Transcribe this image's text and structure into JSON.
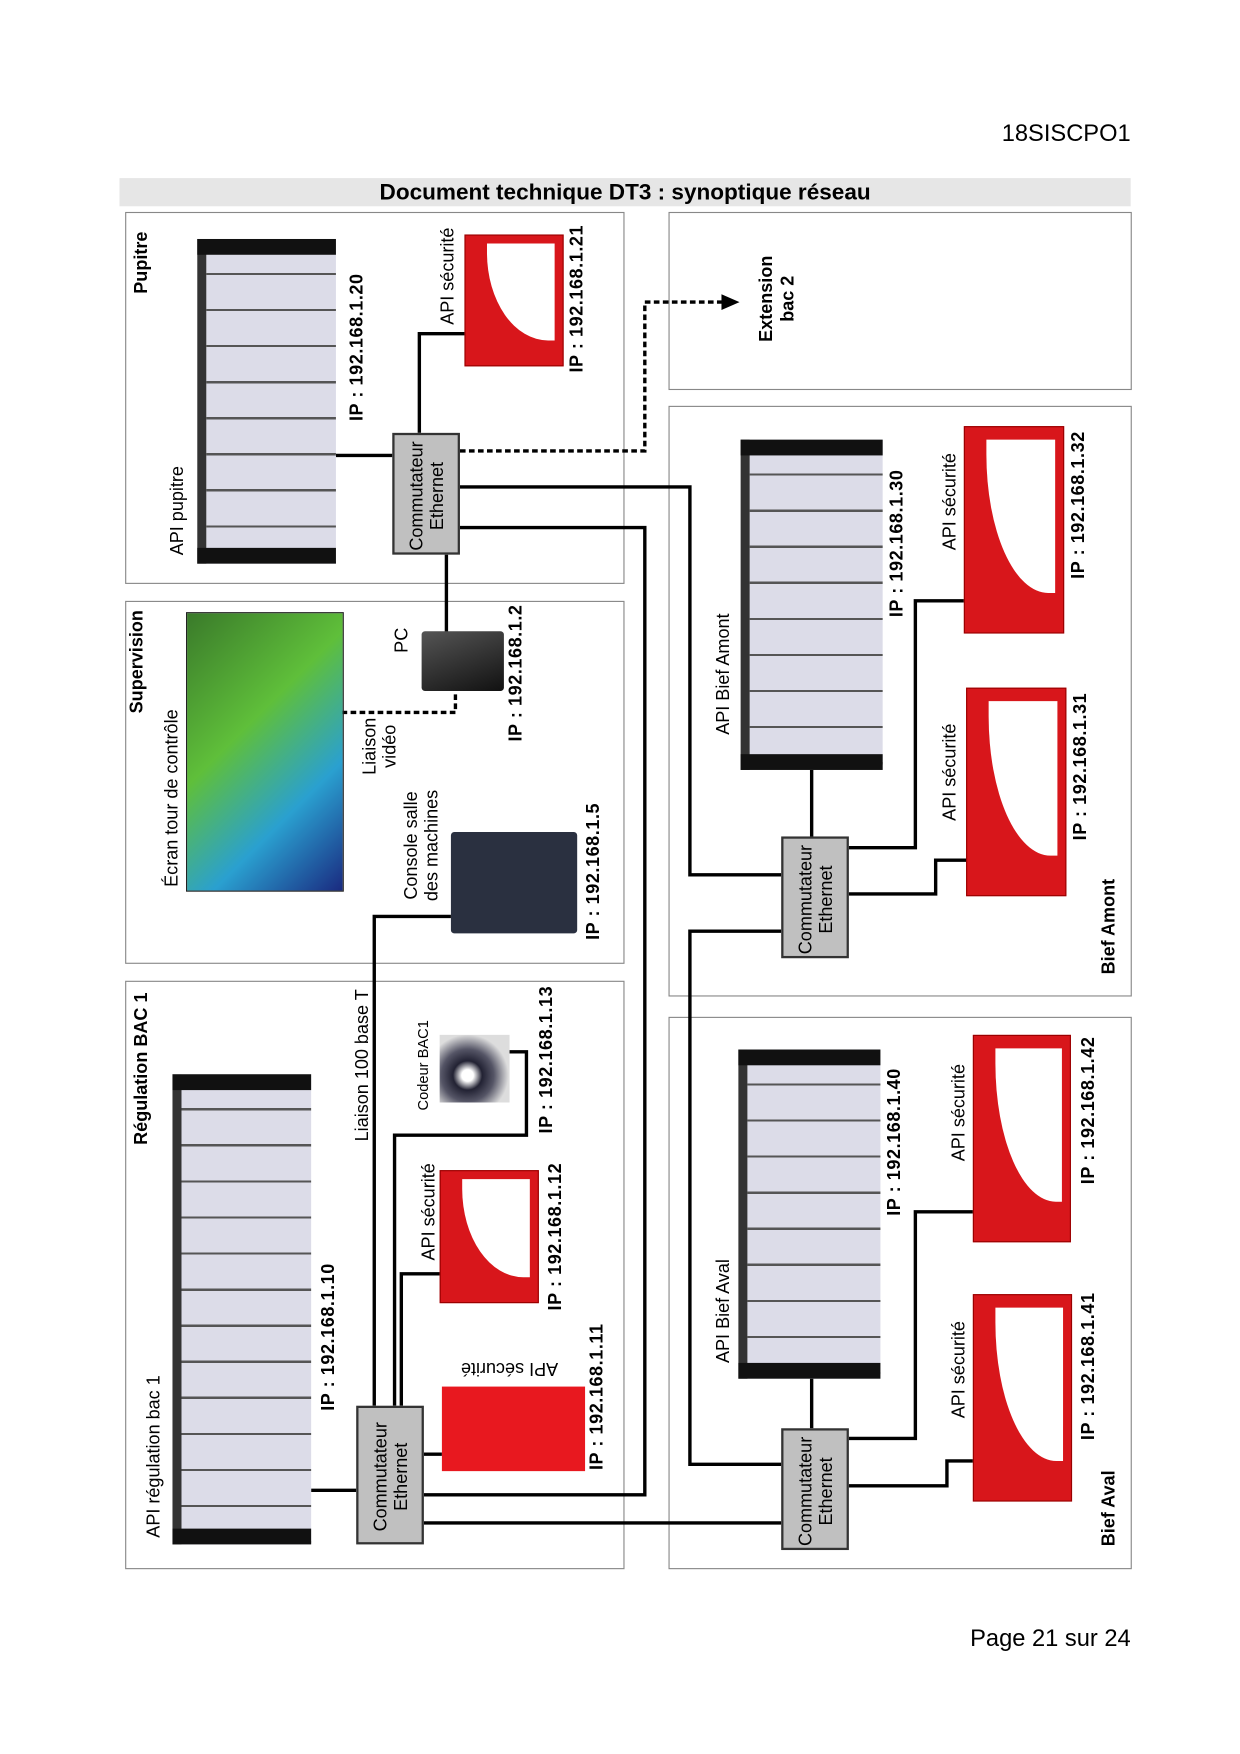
{
  "header": {
    "doc_code": "18SISCPO1",
    "title": "Document technique DT3 : synoptique réseau"
  },
  "footer": {
    "page": "Page 21 sur 24"
  },
  "pupitre": {
    "title": "Pupitre",
    "plc_label": "API pupitre",
    "plc_ip": "IP : 192.168.1.20",
    "safety_label": "API sécurité",
    "safety_ip": "IP : 192.168.1.21",
    "switch": "Commutateur Ethernet"
  },
  "extension": {
    "title": "Extension bac 2"
  },
  "supervision": {
    "title": "Supervision",
    "screen_label": "Écran tour de contrôle",
    "pc_label": "PC",
    "video_link": "Liaison vidéo",
    "pc_ip": "IP : 192.168.1.2",
    "console_label": "Console salle des machines",
    "console_ip": "IP : 192.168.1.5"
  },
  "bac1": {
    "title": "Régulation BAC 1",
    "link_label": "Liaison 100 base T",
    "encoder_label": "Codeur BAC1",
    "encoder_ip": "IP : 192.168.1.13",
    "safety1_label": "API sécurité",
    "safety1_ip": "IP : 192.168.1.12",
    "plc_label": "API régulation bac 1",
    "plc_ip": "IP : 192.168.1.10",
    "safety2_label": "API sécurité",
    "safety2_ip": "IP : 192.168.1.11",
    "switch": "Commutateur Ethernet"
  },
  "amont": {
    "title": "Bief Amont",
    "plc_label": "API Bief Amont",
    "plc_ip": "IP : 192.168.1.30",
    "safety1_label": "API sécurité",
    "safety1_ip": "IP : 192.168.1.32",
    "safety2_label": "API sécurité",
    "safety2_ip": "IP : 192.168.1.31",
    "switch": "Commutateur Ethernet"
  },
  "aval": {
    "title": "Bief Aval",
    "plc_label": "API Bief Aval",
    "plc_ip": "IP : 192.168.1.40",
    "safety1_label": "API sécurité",
    "safety1_ip": "IP : 192.168.1.42",
    "safety2_label": "API sécurité",
    "safety2_ip": "IP : 192.168.1.41",
    "switch": "Commutateur Ethernet"
  }
}
